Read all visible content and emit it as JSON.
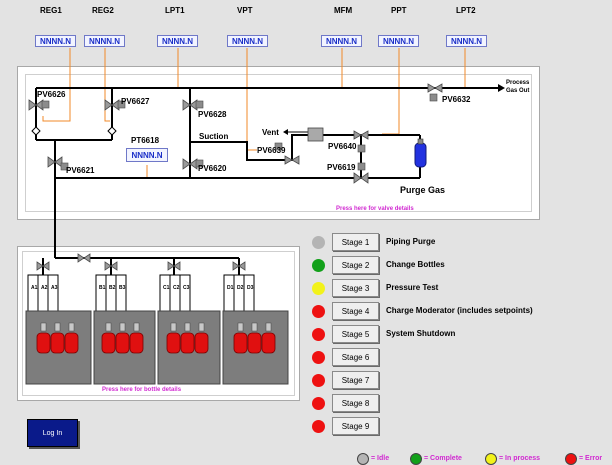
{
  "top_readouts": [
    {
      "label": "REG1",
      "value": "NNNN.N"
    },
    {
      "label": "REG2",
      "value": "NNNN.N"
    },
    {
      "label": "LPT1",
      "value": "NNNN.N"
    },
    {
      "label": "VPT",
      "value": "NNNN.N"
    },
    {
      "label": "MFM",
      "value": "NNNN.N"
    },
    {
      "label": "PPT",
      "value": "NNNN.N"
    },
    {
      "label": "LPT2",
      "value": "NNNN.N"
    }
  ],
  "pt6618": {
    "label": "PT6618",
    "value": "NNNN.N"
  },
  "valves": [
    "PV6626",
    "PV6627",
    "PV6628",
    "PV6632",
    "PV6640",
    "PV6639",
    "PV6619",
    "PV6621",
    "PV6620"
  ],
  "labels": {
    "suction": "Suction",
    "vent": "Vent",
    "purge_gas": "Purge Gas",
    "process_gas_out_1": "Process",
    "process_gas_out_2": "Gas Out"
  },
  "valve_details_link": "Press here for valve details",
  "bottle_details_link": "Press here for bottle details",
  "bottle_groups": [
    {
      "labels": [
        "A1",
        "A2",
        "A3"
      ]
    },
    {
      "labels": [
        "B1",
        "B2",
        "B3"
      ]
    },
    {
      "labels": [
        "C1",
        "C2",
        "C3"
      ]
    },
    {
      "labels": [
        "D1",
        "D2",
        "D3"
      ]
    }
  ],
  "stages": [
    {
      "button": "Stage 1",
      "description": "Piping Purge",
      "status_color": "#b4b4b4"
    },
    {
      "button": "Stage 2",
      "description": "Change Bottles",
      "status_color": "#12a01a"
    },
    {
      "button": "Stage 3",
      "description": "Pressure Test",
      "status_color": "#f2f21a"
    },
    {
      "button": "Stage 4",
      "description": "Charge Moderator (includes setpoints)",
      "status_color": "#ee1111"
    },
    {
      "button": "Stage 5",
      "description": "System Shutdown",
      "status_color": "#ee1111"
    },
    {
      "button": "Stage 6",
      "description": "",
      "status_color": "#ee1111"
    },
    {
      "button": "Stage 7",
      "description": "",
      "status_color": "#ee1111"
    },
    {
      "button": "Stage 8",
      "description": "",
      "status_color": "#ee1111"
    },
    {
      "button": "Stage 9",
      "description": "",
      "status_color": "#ee1111"
    }
  ],
  "login_label": "Log In",
  "legend": [
    {
      "color": "#b4b4b4",
      "text": "= Idle"
    },
    {
      "color": "#12a01a",
      "text": "= Complete"
    },
    {
      "color": "#f2f21a",
      "text": "= In process"
    },
    {
      "color": "#ee1111",
      "text": "= Error"
    }
  ],
  "colors": {
    "pipe": "#000000",
    "signal_line": "#f08a2a",
    "bottle_red": "#e01010",
    "purge_cylinder": "#2232e0"
  }
}
